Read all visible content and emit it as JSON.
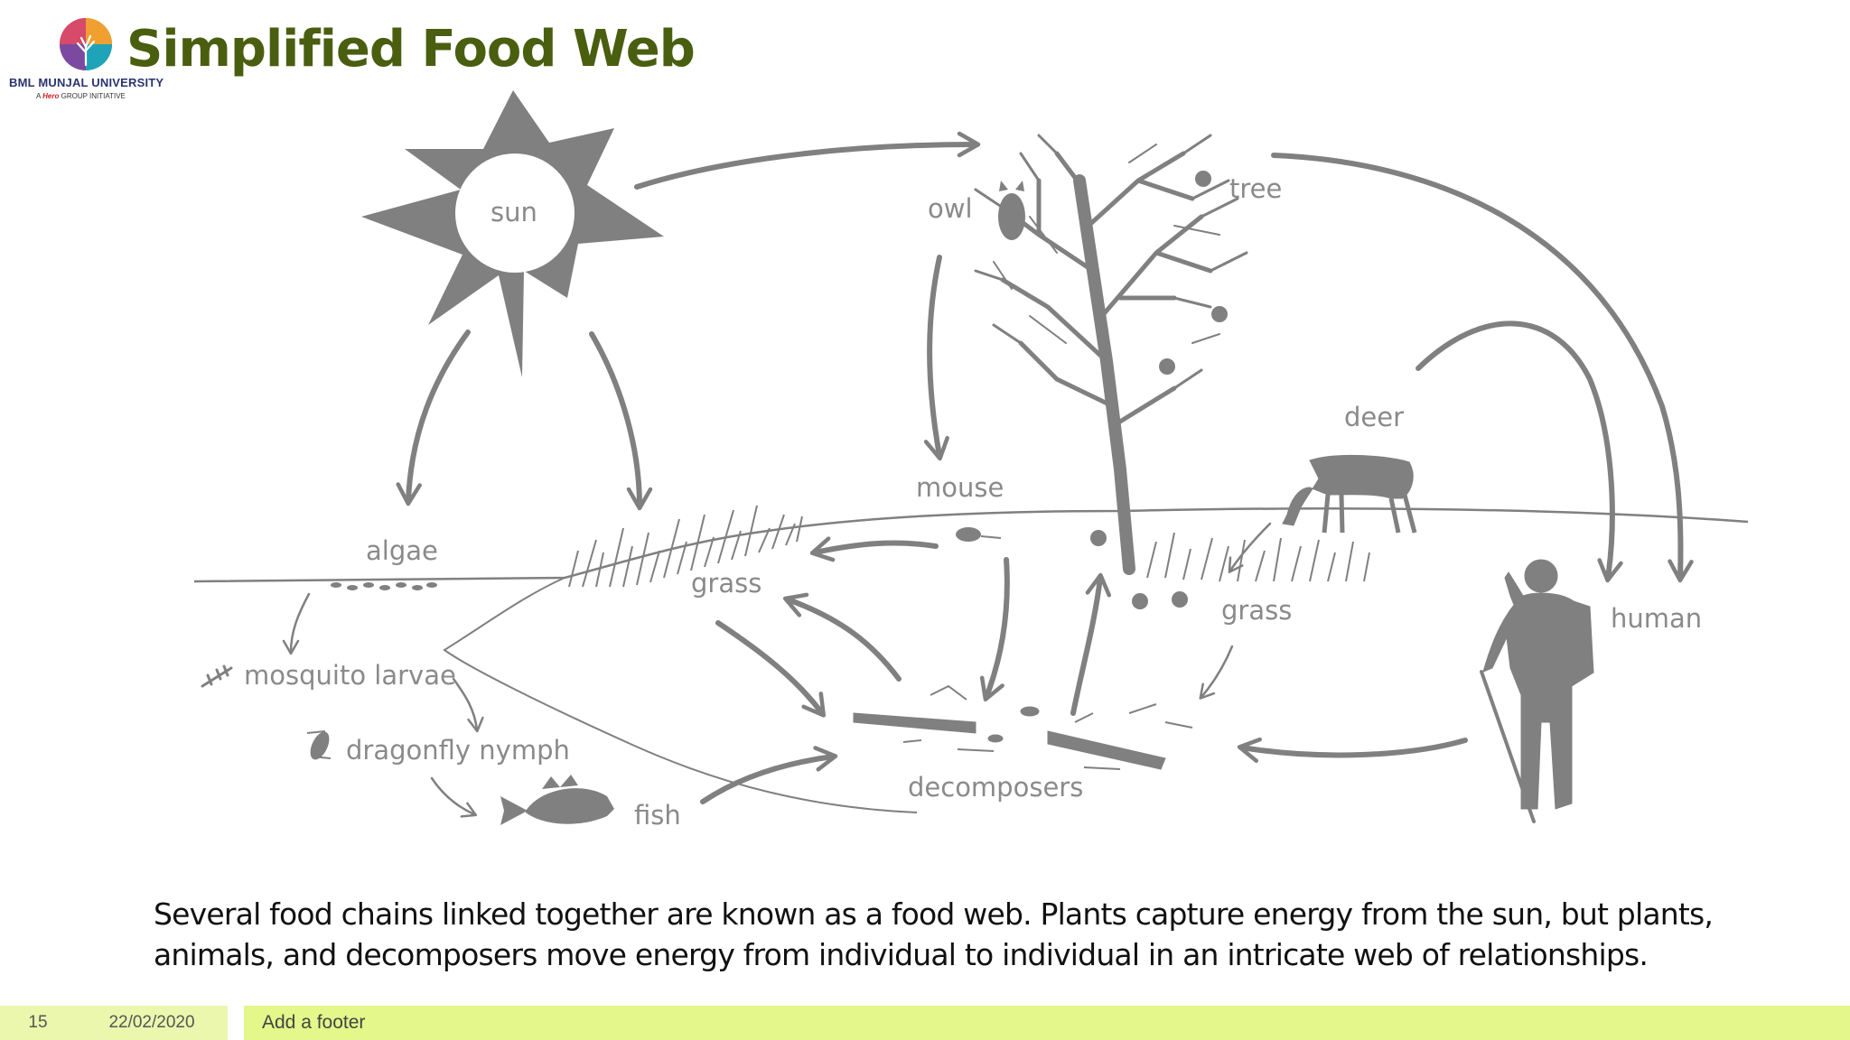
{
  "logo": {
    "name": "BML MUNJAL UNIVERSITY",
    "sub_prefix": "A",
    "sub_brand": "Hero",
    "sub_suffix": "GROUP INITIATIVE"
  },
  "title": "Simplified Food Web",
  "diagram": {
    "labels": {
      "sun": "sun",
      "owl": "owl",
      "tree": "tree",
      "mouse": "mouse",
      "deer": "deer",
      "algae": "algae",
      "grass_left": "grass",
      "grass_right": "grass",
      "human": "human",
      "mosquito_larvae": "mosquito larvae",
      "dragonfly_nymph": "dragonfly nymph",
      "fish": "fish",
      "decomposers": "decomposers"
    },
    "color": "#808080"
  },
  "caption": "Several food chains linked together are known as a food web. Plants capture energy from the sun, but plants, animals, and decomposers move energy from individual to individual in an intricate web of relationships.",
  "footer": {
    "slide_number": "15",
    "date": "22/02/2020",
    "text": "Add a footer"
  }
}
